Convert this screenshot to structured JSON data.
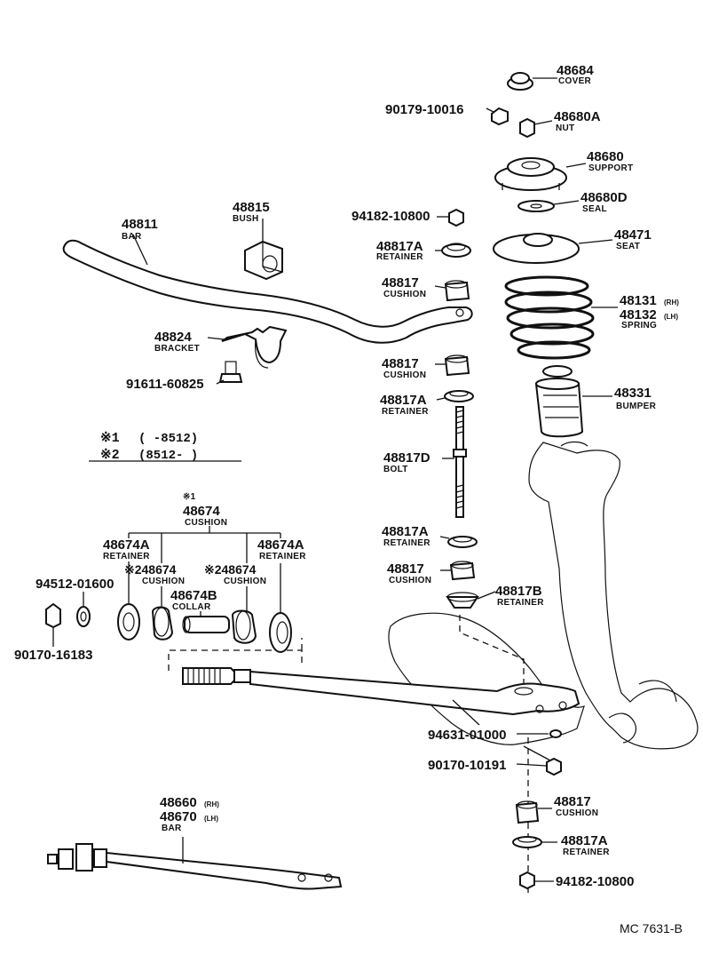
{
  "parts": {
    "p48684": {
      "num": "48684",
      "name": "COVER"
    },
    "p90179": {
      "num": "90179-10016"
    },
    "p48680A": {
      "num": "48680A",
      "name": "NUT"
    },
    "p48680": {
      "num": "48680",
      "name": "SUPPORT"
    },
    "p48680D": {
      "num": "48680D",
      "name": "SEAL"
    },
    "p94182top": {
      "num": "94182-10800"
    },
    "p48471": {
      "num": "48471",
      "name": "SEAT"
    },
    "p48817A_1": {
      "num": "48817A",
      "name": "RETAINER"
    },
    "p48817_1": {
      "num": "48817",
      "name": "CUSHION"
    },
    "p48131": {
      "num": "48131",
      "sub": "(RH)"
    },
    "p48132": {
      "num": "48132",
      "sub": "(LH)",
      "name": "SPRING"
    },
    "p48817_2": {
      "num": "48817",
      "name": "CUSHION"
    },
    "p48817A_2": {
      "num": "48817A",
      "name": "RETAINER"
    },
    "p48331": {
      "num": "48331",
      "name": "BUMPER"
    },
    "p48817D": {
      "num": "48817D",
      "name": "BOLT"
    },
    "p48817A_3": {
      "num": "48817A",
      "name": "RETAINER"
    },
    "p48817_3": {
      "num": "48817",
      "name": "CUSHION"
    },
    "p48817B": {
      "num": "48817B",
      "name": "RETAINER"
    },
    "p48811": {
      "num": "48811",
      "name": "BAR"
    },
    "p48815": {
      "num": "48815",
      "name": "BUSH"
    },
    "p48824": {
      "num": "48824",
      "name": "BRACKET"
    },
    "p91611": {
      "num": "91611-60825"
    },
    "p48674": {
      "mark": "※1",
      "num": "48674",
      "name": "CUSHION"
    },
    "p48674A_L": {
      "num": "48674A",
      "name": "RETAINER"
    },
    "p48674A_R": {
      "num": "48674A",
      "name": "RETAINER"
    },
    "p48674_L": {
      "num": "※248674",
      "name": "CUSHION"
    },
    "p48674_R": {
      "num": "※248674",
      "name": "CUSHION"
    },
    "p48674B": {
      "num": "48674B",
      "name": "COLLAR"
    },
    "p94512": {
      "num": "94512-01600"
    },
    "p90170_16183": {
      "num": "90170-16183"
    },
    "p94631": {
      "num": "94631-01000"
    },
    "p90170_10191": {
      "num": "90170-10191"
    },
    "p48817_4": {
      "num": "48817",
      "name": "CUSHION"
    },
    "p48817A_4": {
      "num": "48817A",
      "name": "RETAINER"
    },
    "p94182bot": {
      "num": "94182-10800"
    },
    "p48660": {
      "num": "48660",
      "sub": "(RH)"
    },
    "p48670": {
      "num": "48670",
      "sub": "(LH)",
      "name": "BAR"
    }
  },
  "notes": {
    "n1": {
      "mark": "※1",
      "range": "(      -8512)"
    },
    "n2": {
      "mark": "※2",
      "range": "(8512-        )"
    }
  },
  "footer": {
    "code": "MC 7631-B"
  }
}
